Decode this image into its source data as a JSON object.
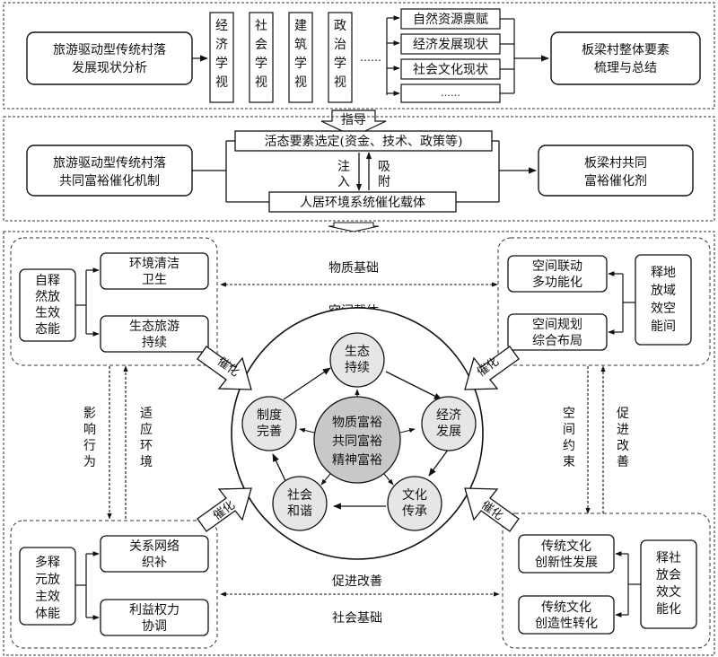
{
  "section1": {
    "left_box": [
      "旅游驱动型传统村落",
      "发展现状分析"
    ],
    "perspectives": [
      "经济学视角",
      "社会学视角",
      "建筑学视角",
      "政治学视角"
    ],
    "ellipsis": "……",
    "factors": [
      "自然资源禀赋",
      "经济发展现状",
      "社会文化现状",
      "……"
    ],
    "right_box": [
      "板梁村整体要素",
      "梳理与总结"
    ]
  },
  "guide_label": "指导",
  "section2": {
    "left_box": [
      "旅游驱动型传统村落",
      "共同富裕催化机制"
    ],
    "top_box": "活态要素选定(资金、技术、政策等)",
    "inject": [
      "注",
      "入"
    ],
    "absorb": [
      "吸",
      "附"
    ],
    "bottom_box": "人居环境系统催化载体",
    "right_box": [
      "板梁村共同",
      "富裕催化剂"
    ]
  },
  "section3": {
    "top_left": {
      "side": [
        "自释",
        "然放",
        "生效",
        "态能"
      ],
      "items": [
        [
          "环境清洁",
          "卫生"
        ],
        [
          "生态旅游",
          "持续"
        ]
      ]
    },
    "top_right": {
      "side": [
        "释地",
        "放域",
        "效空",
        "能间"
      ],
      "items": [
        [
          "空间联动",
          "多功能化"
        ],
        [
          "空间规划",
          "综合布局"
        ]
      ]
    },
    "bottom_left": {
      "side": [
        "多释",
        "元放",
        "主效",
        "体能"
      ],
      "items": [
        [
          "关系网络",
          "织补"
        ],
        [
          "利益权力",
          "协调"
        ]
      ]
    },
    "bottom_right": {
      "side": [
        "释社",
        "放会",
        "效文",
        "能化"
      ],
      "items": [
        [
          "传统文化",
          "创新性发展"
        ],
        [
          "传统文化",
          "创造性转化"
        ]
      ]
    },
    "top_arrow_label": "物质基础",
    "circle_label": "空间载体",
    "bottom_arrow_label": "促进改善",
    "bottom_label": "社会基础",
    "left_labels": [
      [
        "影",
        "响",
        "行",
        "为"
      ],
      [
        "适",
        "应",
        "环",
        "境"
      ]
    ],
    "right_labels": [
      [
        "空",
        "间",
        "约",
        "束"
      ],
      [
        "促",
        "进",
        "改",
        "善"
      ]
    ],
    "catalyze": "催化",
    "nodes": [
      [
        "生态",
        "持续"
      ],
      [
        "经济",
        "发展"
      ],
      [
        "文化",
        "传承"
      ],
      [
        "社会",
        "和谐"
      ],
      [
        "制度",
        "完善"
      ]
    ],
    "center": [
      "物质富裕",
      "共同富裕",
      "精神富裕"
    ]
  }
}
